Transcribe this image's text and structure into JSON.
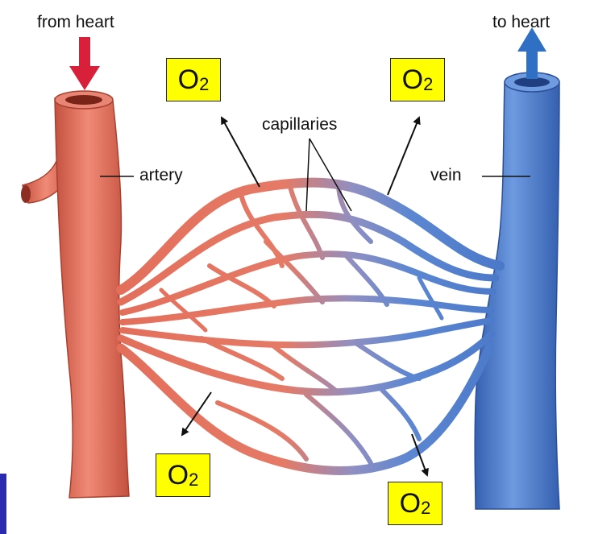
{
  "labels": {
    "from_heart": "from heart",
    "to_heart": "to heart",
    "artery": "artery",
    "vein": "vein",
    "capillaries": "capillaries"
  },
  "oxygen": {
    "symbol": "O",
    "subscript": "2"
  },
  "colors": {
    "artery": "#e2725e",
    "artery_dark": "#b94a3a",
    "vein": "#4a78c8",
    "vein_dark": "#2c52a0",
    "o2_box": "#ffff00",
    "from_arrow": "#d8203a",
    "to_arrow": "#2f6fc4",
    "edge_bar": "#2a2ab0"
  },
  "icons": [
    "down-arrow-icon",
    "up-arrow-icon"
  ]
}
